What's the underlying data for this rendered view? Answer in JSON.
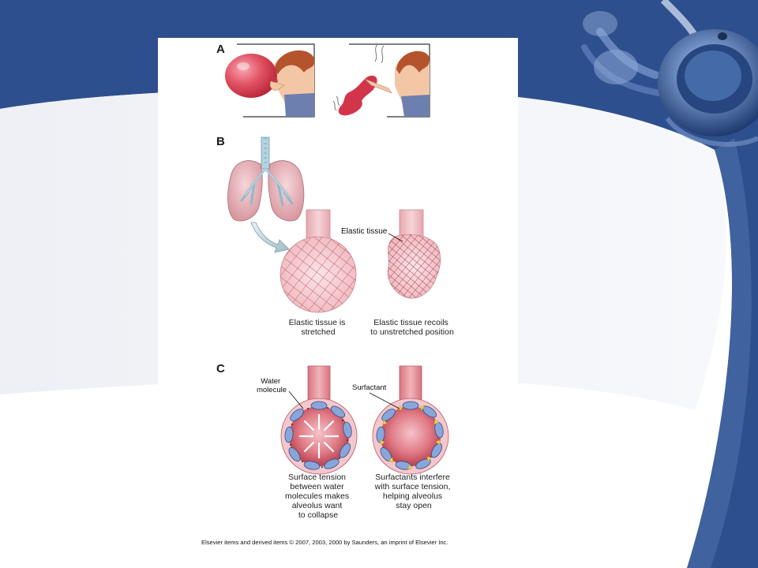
{
  "slide": {
    "colors": {
      "navy": "#2c4f8f",
      "light_band": "#eef0f5",
      "white": "#ffffff"
    },
    "decor": {
      "stethoscope_icon": "stethoscope-icon"
    }
  },
  "figure": {
    "panel_a": {
      "letter": "A"
    },
    "panel_b": {
      "letter": "B",
      "callout": "Elastic tissue",
      "left_caption": [
        "Elastic tissue is",
        "stretched"
      ],
      "right_caption": [
        "Elastic tissue recoils",
        "to unstretched position"
      ]
    },
    "panel_c": {
      "letter": "C",
      "water_label": [
        "Water",
        "molecule"
      ],
      "surfactant_label": "Surfactant",
      "left_caption": [
        "Surface tension",
        "between water",
        "molecules makes",
        "alveolus want",
        "to collapse"
      ],
      "right_caption": [
        "Surfactants interfere",
        "with surface tension,",
        "helping alveolus",
        "stay open"
      ]
    },
    "copyright": "Elsevier items and derived items © 2007, 2003, 2000 by Saunders, an imprint of Elsevier Inc."
  }
}
